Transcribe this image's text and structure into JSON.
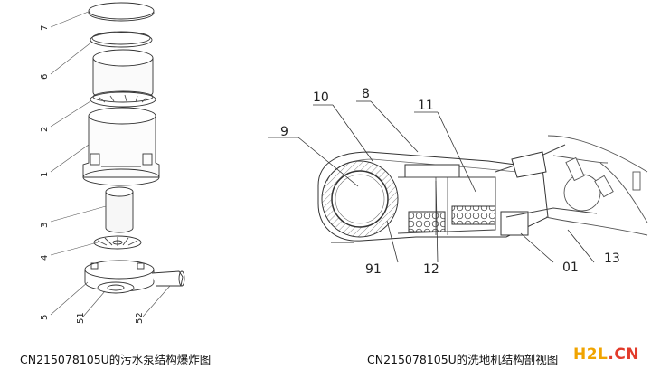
{
  "left_figure": {
    "caption": "CN215078105U的污水泵结构爆炸图",
    "part_labels": [
      "7",
      "6",
      "2",
      "1",
      "3",
      "4",
      "5",
      "51",
      "52"
    ]
  },
  "right_figure": {
    "caption": "CN215078105U的洗地机结构剖视图",
    "part_labels": [
      "10",
      "8",
      "11",
      "9",
      "91",
      "12",
      "01",
      "13"
    ]
  },
  "watermark": {
    "brand_part": "H2L",
    "suffix_part": ".CN",
    "colors": {
      "brand": "#f0a400",
      "suffix": "#e23b2b"
    }
  }
}
